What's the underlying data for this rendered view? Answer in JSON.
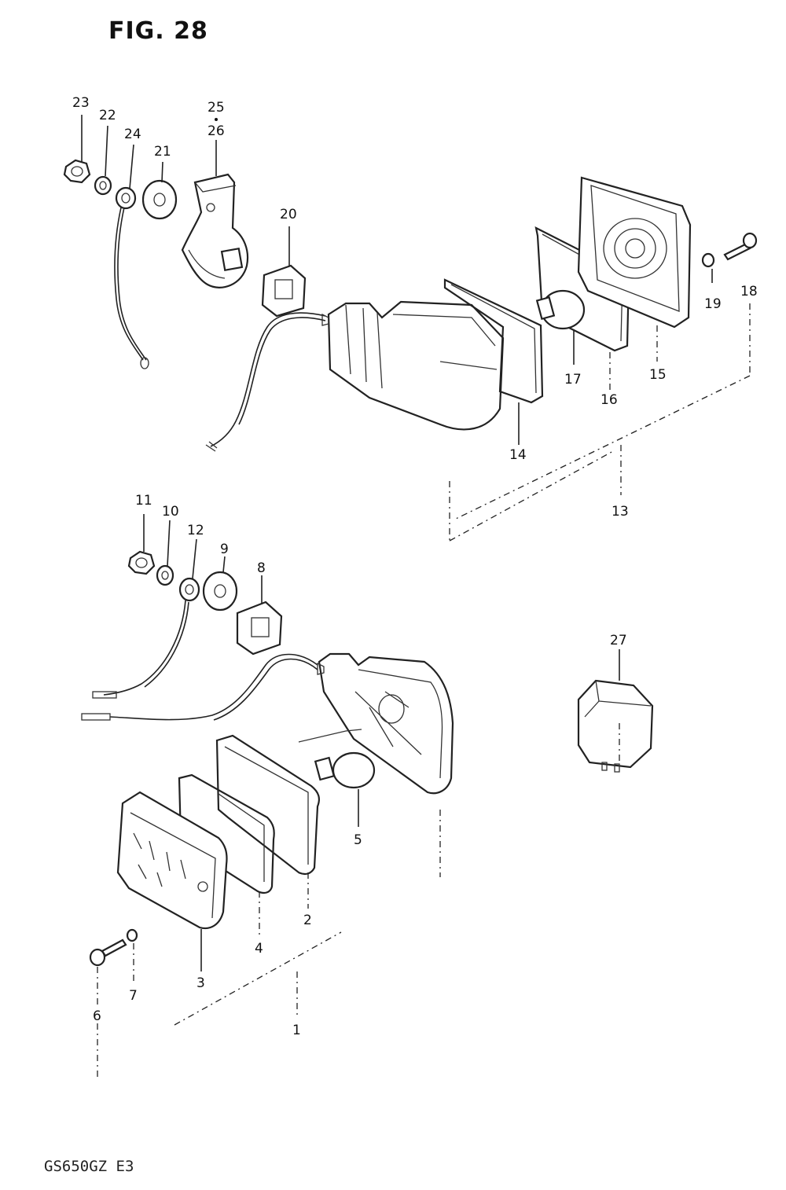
{
  "header": {
    "title": "FIG. 28"
  },
  "footer": {
    "model_code": "GS650GZ E3"
  },
  "callouts": {
    "c1": "1",
    "c2": "2",
    "c3": "3",
    "c4": "4",
    "c5": "5",
    "c6": "6",
    "c7": "7",
    "c8": "8",
    "c9": "9",
    "c10": "10",
    "c11": "11",
    "c12": "12",
    "c13": "13",
    "c14": "14",
    "c15": "15",
    "c16": "16",
    "c17": "17",
    "c18": "18",
    "c19": "19",
    "c20": "20",
    "c21": "21",
    "c22": "22",
    "c23": "23",
    "c24": "24",
    "c25": "25",
    "c26": "26",
    "c27": "27"
  },
  "icons": {
    "rear_lamp": "rear-turn-signal-assembly-icon",
    "front_lamp": "front-turn-signal-assembly-icon",
    "relay": "flasher-relay-icon"
  }
}
